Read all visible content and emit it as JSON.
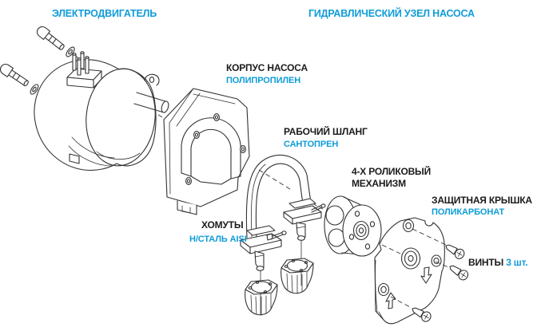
{
  "colors": {
    "accent_blue": "#0f9cd8",
    "label_black": "#1b1b1b",
    "line_color": "#333333"
  },
  "sections": {
    "motor_title": "ЭЛЕКТРОДВИГАТЕЛЬ",
    "hydraulic_title": "ГИДРАВЛИЧЕСКИЙ УЗЕЛ НАСОСА"
  },
  "parts": {
    "pump_housing": {
      "name": "КОРПУС НАСОСА",
      "material": "ПОЛИПРОПИЛЕН"
    },
    "working_hose": {
      "name": "РАБОЧИЙ ШЛАНГ",
      "material": "САНТОПРЕН"
    },
    "roller_mechanism": {
      "name_line1": "4-Х РОЛИКОВЫЙ",
      "name_line2": "МЕХАНИЗМ"
    },
    "protective_cover": {
      "name": "ЗАЩИТНАЯ КРЫШКА",
      "material": "ПОЛИКАРБОНАТ"
    },
    "clamps": {
      "name": "ХОМУТЫ",
      "material": "Н/СТАЛЬ AISI"
    },
    "screws": {
      "name": "ВИНТЫ",
      "quantity": "3 шт."
    }
  }
}
